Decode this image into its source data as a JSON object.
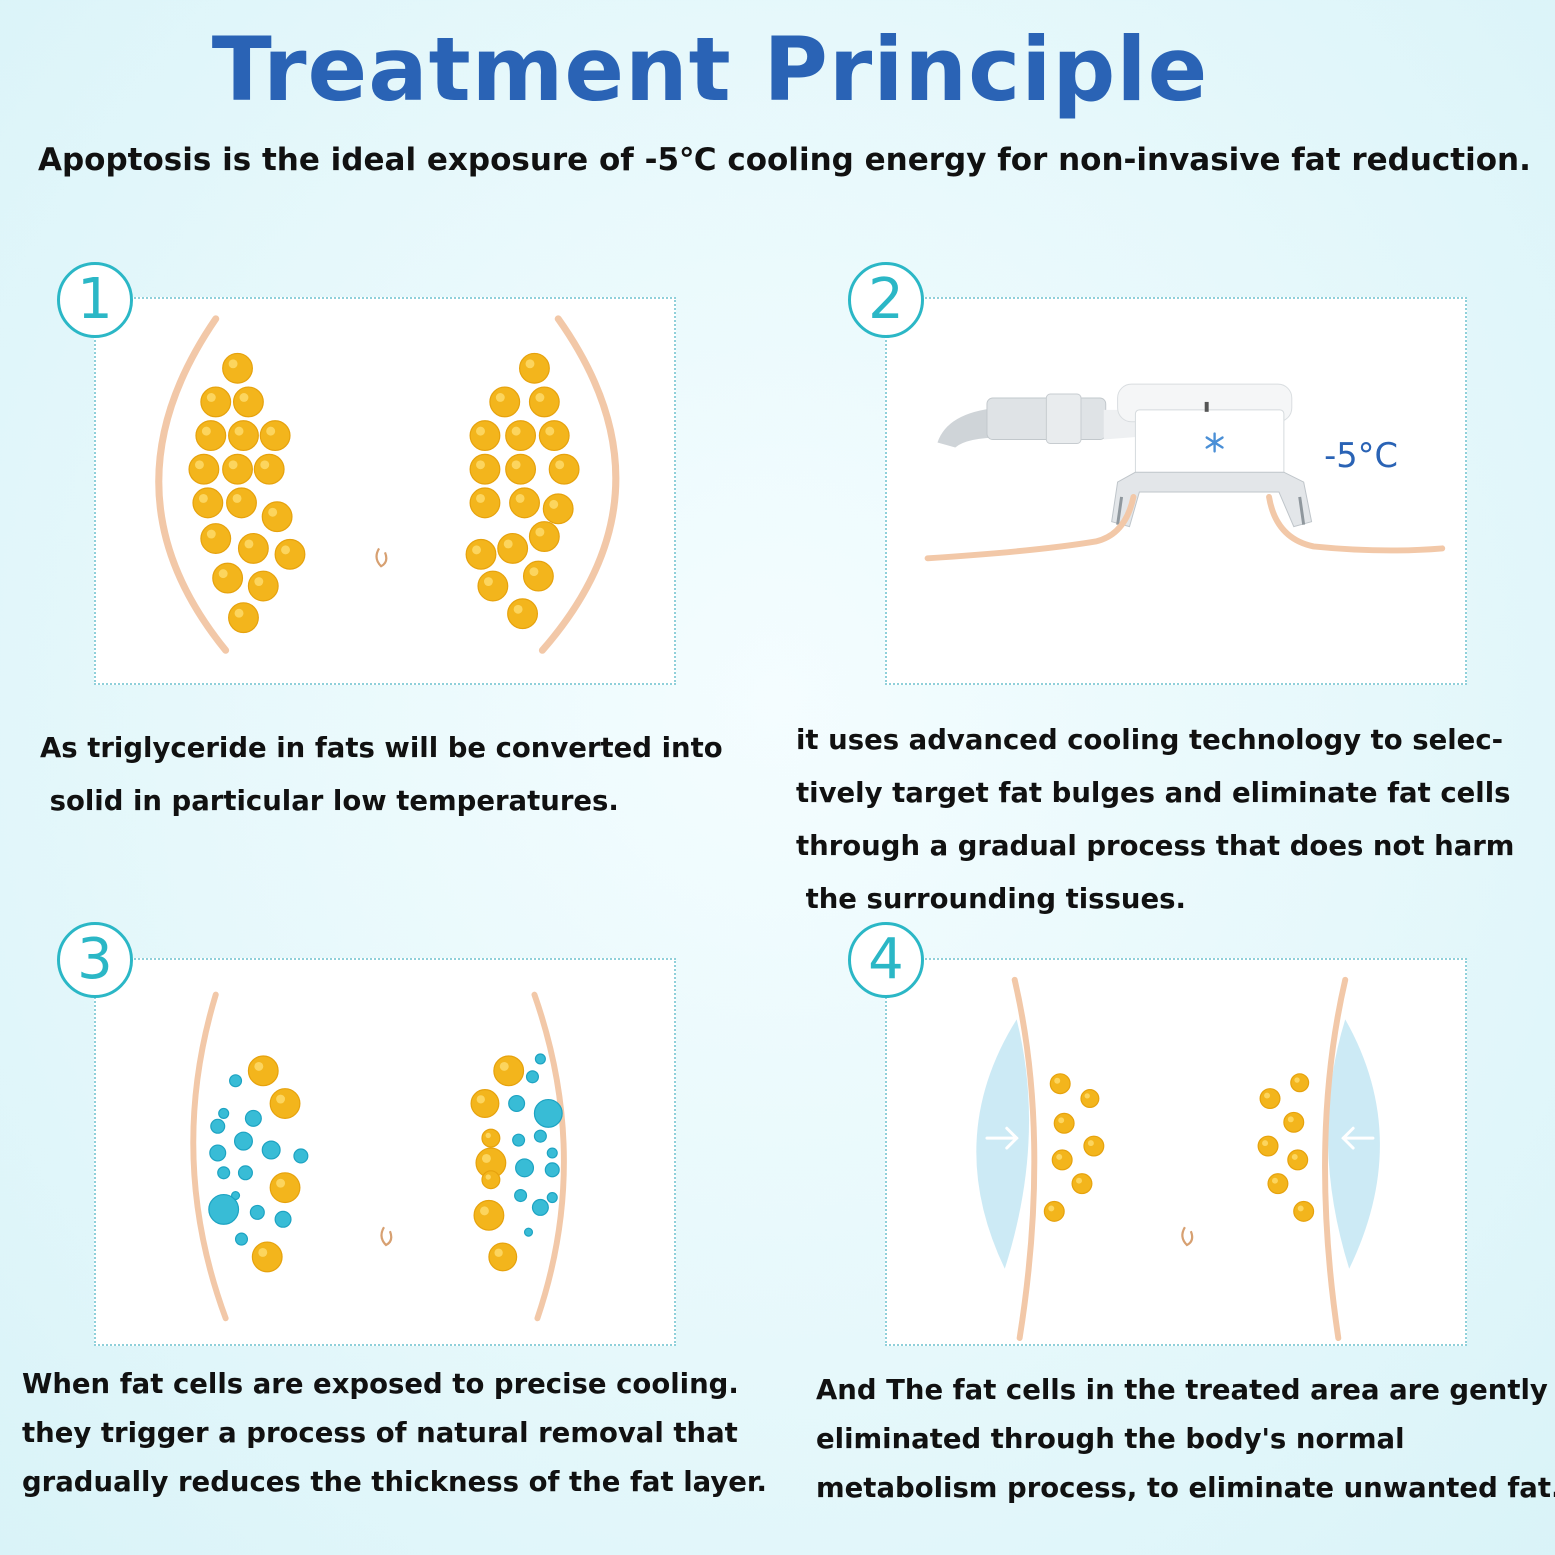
{
  "title": "Treatment Principle",
  "subtitle": "Apoptosis is the ideal exposure of -5℃ cooling energy for non-invasive fat reduction.",
  "steps": [
    {
      "number": "1",
      "lines": [
        "As triglyceride in fats will be converted into",
        " solid in particular low temperatures."
      ]
    },
    {
      "number": "2",
      "temperature_label": "-5°C",
      "lines": [
        "it uses advanced cooling technology to selec-",
        "tively target fat bulges and eliminate fat cells",
        "through a gradual process that does not harm",
        " the surrounding tissues."
      ]
    },
    {
      "number": "3",
      "lines": [
        "When fat cells are exposed to precise cooling.",
        "they trigger a process of natural removal that",
        "gradually reduces the thickness of the fat layer."
      ]
    },
    {
      "number": "4",
      "lines": [
        "And The fat cells in the treated area are gently",
        "eliminated through the body's normal",
        "metabolism process, to eliminate unwanted fat."
      ]
    }
  ],
  "colors": {
    "title": "#2a63b5",
    "badge": "#2bb7c6",
    "skin": "#f2c8a8",
    "fat_cell": "#f3b51c",
    "cold_cell": "#38bcd6",
    "ice": "#c6e8f4"
  },
  "icons": {
    "applicator": "cooling-applicator-icon",
    "snowflake": "snowflake-icon",
    "navel": "navel-icon"
  }
}
